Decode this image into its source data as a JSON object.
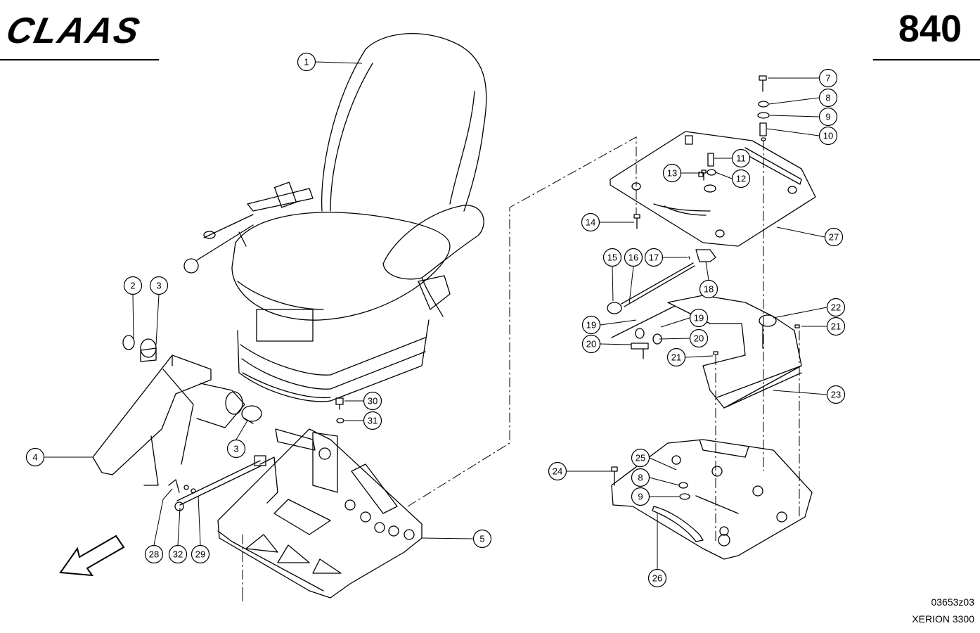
{
  "header": {
    "brand": "CLAAS",
    "page_number": "840"
  },
  "footer": {
    "drawing_code": "03653z03",
    "model": "XERION 3300"
  },
  "callouts": [
    {
      "label": "1"
    },
    {
      "label": "2"
    },
    {
      "label": "3"
    },
    {
      "label": "3"
    },
    {
      "label": "4"
    },
    {
      "label": "5"
    },
    {
      "label": "7"
    },
    {
      "label": "8"
    },
    {
      "label": "9"
    },
    {
      "label": "10"
    },
    {
      "label": "11"
    },
    {
      "label": "12"
    },
    {
      "label": "13"
    },
    {
      "label": "14"
    },
    {
      "label": "15"
    },
    {
      "label": "16"
    },
    {
      "label": "17"
    },
    {
      "label": "18"
    },
    {
      "label": "19"
    },
    {
      "label": "19"
    },
    {
      "label": "20"
    },
    {
      "label": "20"
    },
    {
      "label": "21"
    },
    {
      "label": "21"
    },
    {
      "label": "22"
    },
    {
      "label": "23"
    },
    {
      "label": "24"
    },
    {
      "label": "25"
    },
    {
      "label": "8"
    },
    {
      "label": "9"
    },
    {
      "label": "26"
    },
    {
      "label": "27"
    },
    {
      "label": "28"
    },
    {
      "label": "32"
    },
    {
      "label": "29"
    },
    {
      "label": "30"
    },
    {
      "label": "31"
    }
  ]
}
